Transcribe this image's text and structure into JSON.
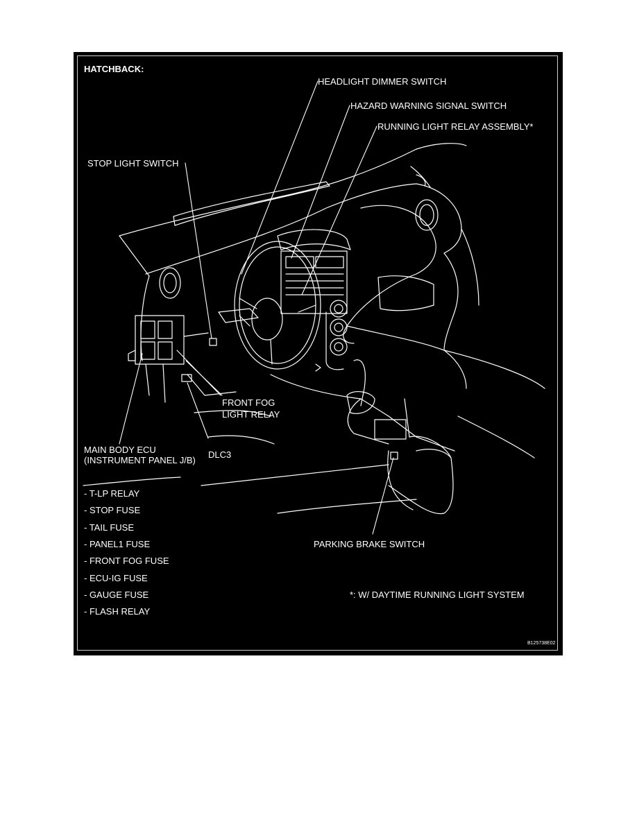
{
  "diagram": {
    "title": "HATCHBACK:",
    "colors": {
      "background": "#000000",
      "line": "#ffffff",
      "page": "#ffffff"
    },
    "labels": {
      "headlight_dimmer_switch": "HEADLIGHT DIMMER SWITCH",
      "hazard_warning_signal_switch": "HAZARD WARNING SIGNAL SWITCH",
      "running_light_relay_assembly": "RUNNING LIGHT RELAY ASSEMBLY*",
      "stop_light_switch": "STOP LIGHT SWITCH",
      "front_fog_light_relay_line1": "FRONT FOG",
      "front_fog_light_relay_line2": "LIGHT RELAY",
      "main_body_ecu_line1": "MAIN BODY ECU",
      "main_body_ecu_line2": "(INSTRUMENT PANEL J/B)",
      "dlc3": "DLC3",
      "parking_brake_switch": "PARKING BRAKE SWITCH"
    },
    "jb_contents": [
      "- T-LP RELAY",
      "- STOP FUSE",
      "- TAIL FUSE",
      "- PANEL1 FUSE",
      "- FRONT FOG FUSE",
      "- ECU-IG FUSE",
      "- GAUGE FUSE",
      "- FLASH RELAY"
    ],
    "footnote": "*: W/ DAYTIME RUNNING LIGHT SYSTEM",
    "figure_code": "B125738E02"
  }
}
